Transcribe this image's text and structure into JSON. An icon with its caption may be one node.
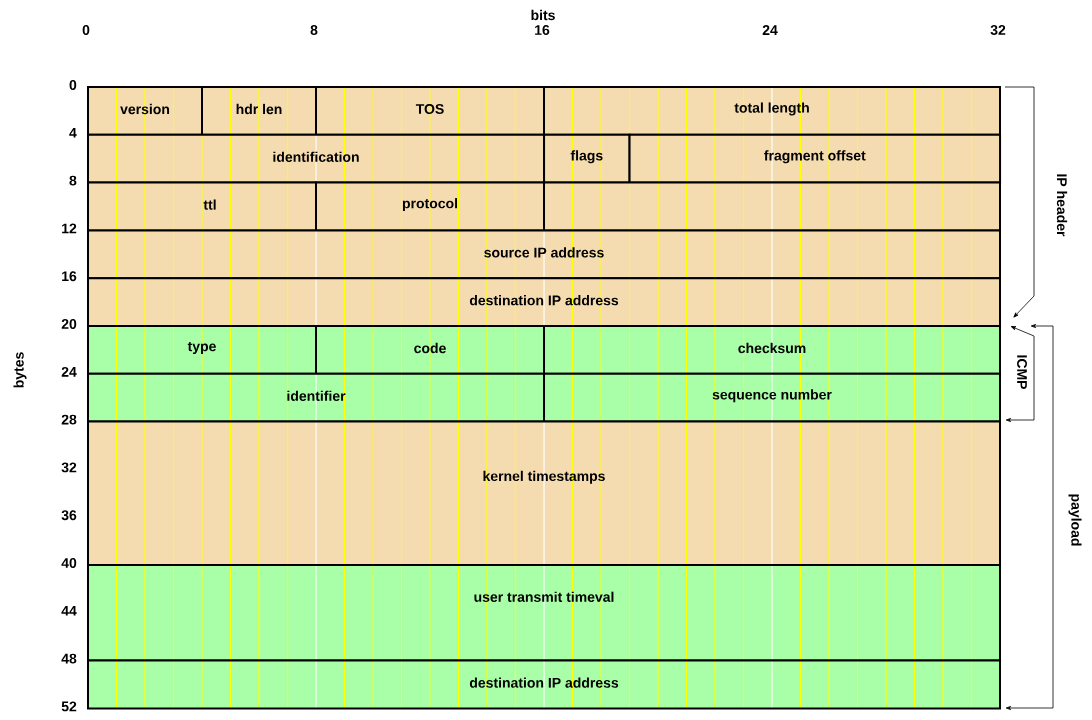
{
  "diagram": {
    "nodes": [
      {
        "text": [
          "version"
        ]
      },
      {
        "text": [
          "hdr len"
        ]
      },
      {
        "text": [
          "TOS"
        ]
      },
      {
        "text": [
          "total length"
        ]
      },
      {
        "text": [
          "identification"
        ]
      },
      {
        "text": [
          "flags"
        ]
      },
      {
        "text": [
          "fragment offset"
        ]
      },
      {
        "text": [
          "ttl"
        ]
      },
      {
        "text": [
          "protocol"
        ]
      },
      {
        "text": [],
        "shape": "box"
      },
      {
        "text": [
          "source IP address"
        ]
      },
      {
        "text": [
          "destination IP address"
        ]
      },
      {
        "text": [
          "type"
        ]
      },
      {
        "text": [
          "code"
        ]
      },
      {
        "text": [
          "checksum"
        ]
      },
      {
        "text": [
          "identifier"
        ]
      },
      {
        "text": [
          "sequence number"
        ]
      },
      {
        "text": [
          "kernel timestamps"
        ]
      },
      {
        "text": [
          "user transmit timeval"
        ]
      },
      {
        "text": [
          "destination IP address"
        ]
      }
    ],
    "labels": [
      "bits",
      "0",
      "8",
      "16",
      "24",
      "32",
      "0",
      "4",
      "8",
      "12",
      "16",
      "20",
      "24",
      "28",
      "32",
      "36",
      "40",
      "44",
      "48",
      "52",
      "bytes",
      "IP header",
      "ICMP",
      "payload"
    ]
  }
}
